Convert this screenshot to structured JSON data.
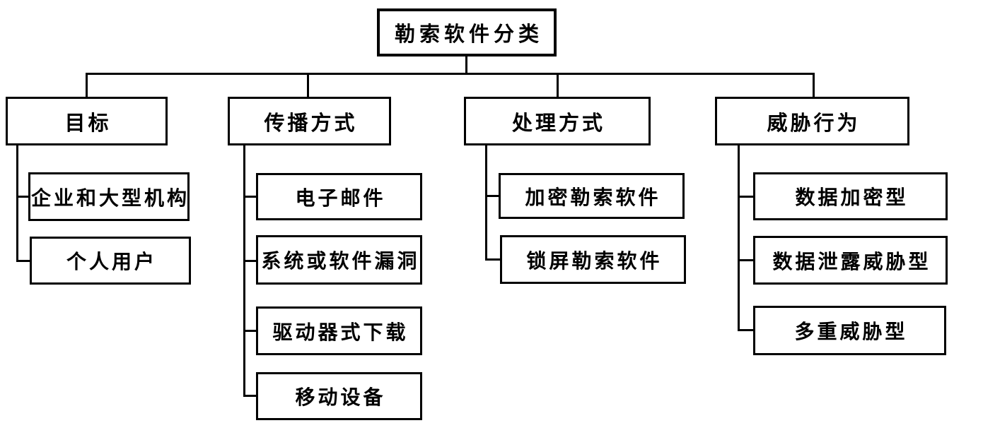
{
  "diagram": {
    "type": "tree",
    "root": {
      "label": "勒索软件分类"
    },
    "branches": [
      {
        "id": "targets",
        "label": "目标",
        "children": [
          "企业和大型机构",
          "个人用户"
        ]
      },
      {
        "id": "propagation-methods",
        "label": "传播方式",
        "children": [
          "电子邮件",
          "系统或软件漏洞",
          "驱动器式下载",
          "移动设备"
        ]
      },
      {
        "id": "processing-methods",
        "label": "处理方式",
        "children": [
          "加密勒索软件",
          "锁屏勒索软件"
        ]
      },
      {
        "id": "threat-behaviors",
        "label": "威胁行为",
        "children": [
          "数据加密型",
          "数据泄露威胁型",
          "多重威胁型"
        ]
      }
    ],
    "colors": {
      "background": "#ffffff",
      "line": "#000000",
      "box_border": "#000000",
      "text": "#000000"
    }
  }
}
